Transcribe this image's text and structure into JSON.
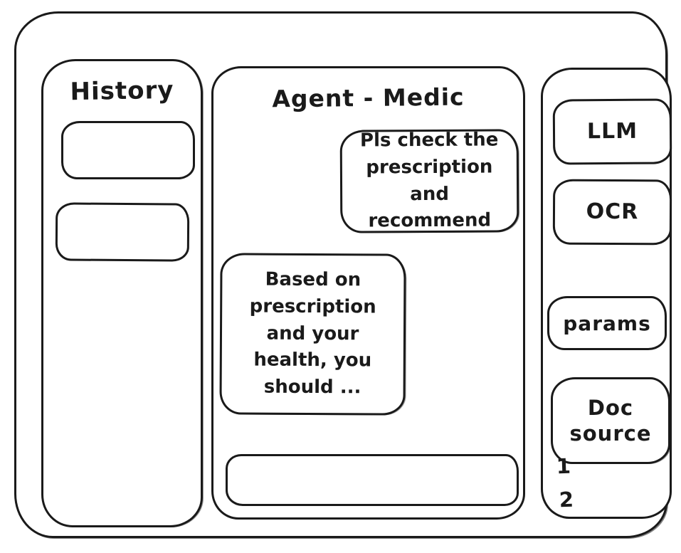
{
  "colors": {
    "stroke": "#1a1a1a",
    "background": "#ffffff"
  },
  "sidebar_left": {
    "title": "History",
    "items": [
      {
        "label": ""
      },
      {
        "label": ""
      }
    ]
  },
  "chat": {
    "title": "Agent - Medic",
    "messages": [
      {
        "role": "user",
        "text": "Pls check the prescription and recommend"
      },
      {
        "role": "agent",
        "text": "Based on prescription and your health, you should ..."
      }
    ],
    "input": {
      "value": "",
      "placeholder": ""
    }
  },
  "sidebar_right": {
    "buttons": [
      {
        "label": "LLM"
      },
      {
        "label": "OCR"
      },
      {
        "label": "params"
      },
      {
        "label": "Doc source"
      }
    ],
    "doc_list": [
      "1",
      "2"
    ]
  }
}
